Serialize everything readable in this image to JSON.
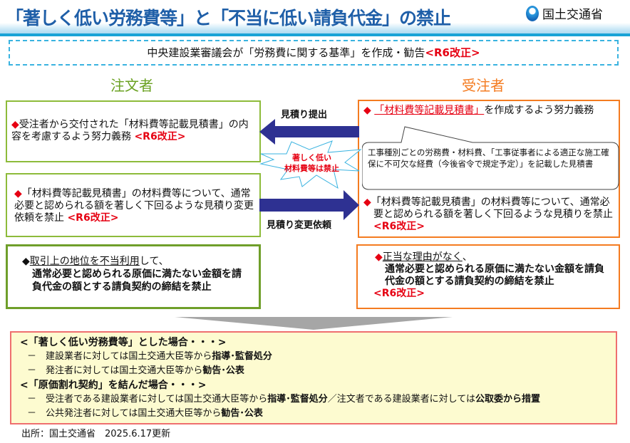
{
  "title": "「著しく低い労務費等」と「不当に低い請負代金」の禁止",
  "logo_text": "国土交通省",
  "banner": {
    "text": "中央建設業審議会が「労務費に関する基準」を作成・勧告",
    "tag": "<R6改正>"
  },
  "orderer": {
    "heading": "注文者",
    "box1": {
      "text": "受注者から交付された「材料費等記載見積書」の内容を考慮するよう努力義務",
      "tag": "<R6改正>"
    },
    "box2": {
      "text": "「材料費等記載見積書」の材料費等について、通常必要と認められる額を著しく下回るような見積り変更依頼を禁止",
      "tag": "<R6改正>"
    },
    "box3": {
      "underlined": "取引上の地位を不当利用",
      "lead": "して、",
      "bold": "通常必要と認められる原価に満たない金額を請負代金の額とする請負契約の締結を禁止"
    }
  },
  "contractor": {
    "heading": "受注者",
    "item1": {
      "underlined": "「材料費等記載見積書」",
      "text": "を作成するよう努力義務"
    },
    "callout": "工事種別ごとの労務費・材料費、「工事従事者による適正な施工確保に不可欠な経費（今後省令で規定予定）」を記載した見積書",
    "item2": {
      "text": "「材料費等記載見積書」の材料費等について、通常必要と認められる額を著しく下回るような見積りを禁止",
      "tag": "<R6改正>"
    },
    "box3": {
      "underlined": "正当な理由がなく",
      "lead": "、",
      "bold": "通常必要と認められる原価に満たない金額を請負代金の額とする請負契約の締結を禁止",
      "tag": "<R6改正>"
    }
  },
  "arrows": {
    "submit": "見積り提出",
    "change_request": "見積り変更依頼",
    "burst": [
      "著しく低い",
      "材料費等は禁止"
    ]
  },
  "diamond": "◆",
  "bottom": {
    "section1": {
      "heading": "<「著しく低い労務費等」とした場合・・・>",
      "items": [
        {
          "text": "建設業者に対しては国土交通大臣等から",
          "bold": "指導･監督処分"
        },
        {
          "text": "発注者に対しては国土交通大臣等から",
          "bold": "勧告･公表"
        }
      ]
    },
    "section2": {
      "heading": "<「原価割れ契約」を結んだ場合・・・>",
      "items": [
        {
          "text": "受注者である建設業者に対しては国土交通大臣等から",
          "bold": "指導･監督処分",
          "text2": "／注文者である建設業者に対しては",
          "bold2": "公取委から措置"
        },
        {
          "text": "公共発注者に対しては国土交通大臣等から",
          "bold": "勧告･公表"
        }
      ]
    },
    "dash": "－"
  },
  "source": "出所：国土交通省　2025.6.17更新"
}
